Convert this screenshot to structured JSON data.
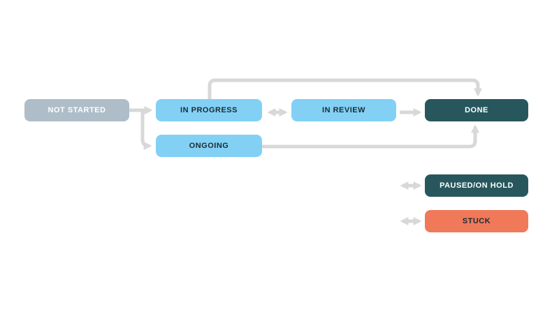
{
  "diagram": {
    "type": "flowchart",
    "background": "#FFFFFF",
    "colors": {
      "node_gray_bg": "#AEBDC8",
      "node_blue_bg": "#82D1F5",
      "node_teal_bg": "#27575D",
      "node_coral_bg": "#F0795A",
      "arrow_color": "#D8D8D8",
      "text_light": "#FFFFFF",
      "text_dark": "#1C2B33"
    },
    "nodes": [
      {
        "id": "not-started",
        "label": "NOT STARTED",
        "variant": "gray"
      },
      {
        "id": "in-progress",
        "label": "IN PROGRESS",
        "variant": "blue"
      },
      {
        "id": "in-review",
        "label": "IN REVIEW",
        "variant": "blue"
      },
      {
        "id": "done",
        "label": "DONE",
        "variant": "teal"
      },
      {
        "id": "ongoing",
        "label": "ONGOING",
        "variant": "blue"
      },
      {
        "id": "paused-on-hold",
        "label": "PAUSED/ON HOLD",
        "variant": "teal"
      },
      {
        "id": "stuck",
        "label": "STUCK",
        "variant": "coral"
      }
    ],
    "edges": [
      {
        "from": "not-started",
        "to": "in-progress",
        "direction": "one-way",
        "route": "straight"
      },
      {
        "from": "not-started",
        "to": "ongoing",
        "direction": "one-way",
        "route": "branch-down"
      },
      {
        "from": "in-progress",
        "to": "in-review",
        "direction": "two-way",
        "route": "straight"
      },
      {
        "from": "in-review",
        "to": "done",
        "direction": "one-way",
        "route": "straight"
      },
      {
        "from": "in-progress",
        "to": "done",
        "direction": "one-way",
        "route": "over-top"
      },
      {
        "from": "ongoing",
        "to": "done",
        "direction": "one-way",
        "route": "under-to-bottom"
      },
      {
        "from": "paused-on-hold",
        "to": null,
        "direction": "two-way",
        "route": "open-left"
      },
      {
        "from": "stuck",
        "to": null,
        "direction": "two-way",
        "route": "open-left"
      }
    ]
  }
}
